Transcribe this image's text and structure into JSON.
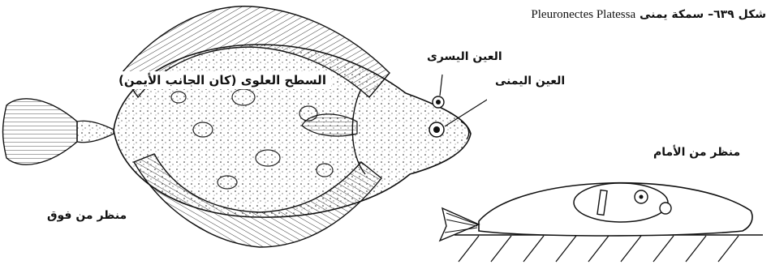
{
  "figure": {
    "caption_ar": "شكل ٦٣٩– سمكة يمنى",
    "caption_latin": "Pleuronectes Platessa"
  },
  "labels": {
    "top_surface": "السطح العلوى (كان الجانب الأيمن)",
    "left_eye": "العين اليسرى",
    "right_eye": "العين اليمنى",
    "view_from_above": "منظر من فوق",
    "front_view": "منظر من الأمام"
  }
}
